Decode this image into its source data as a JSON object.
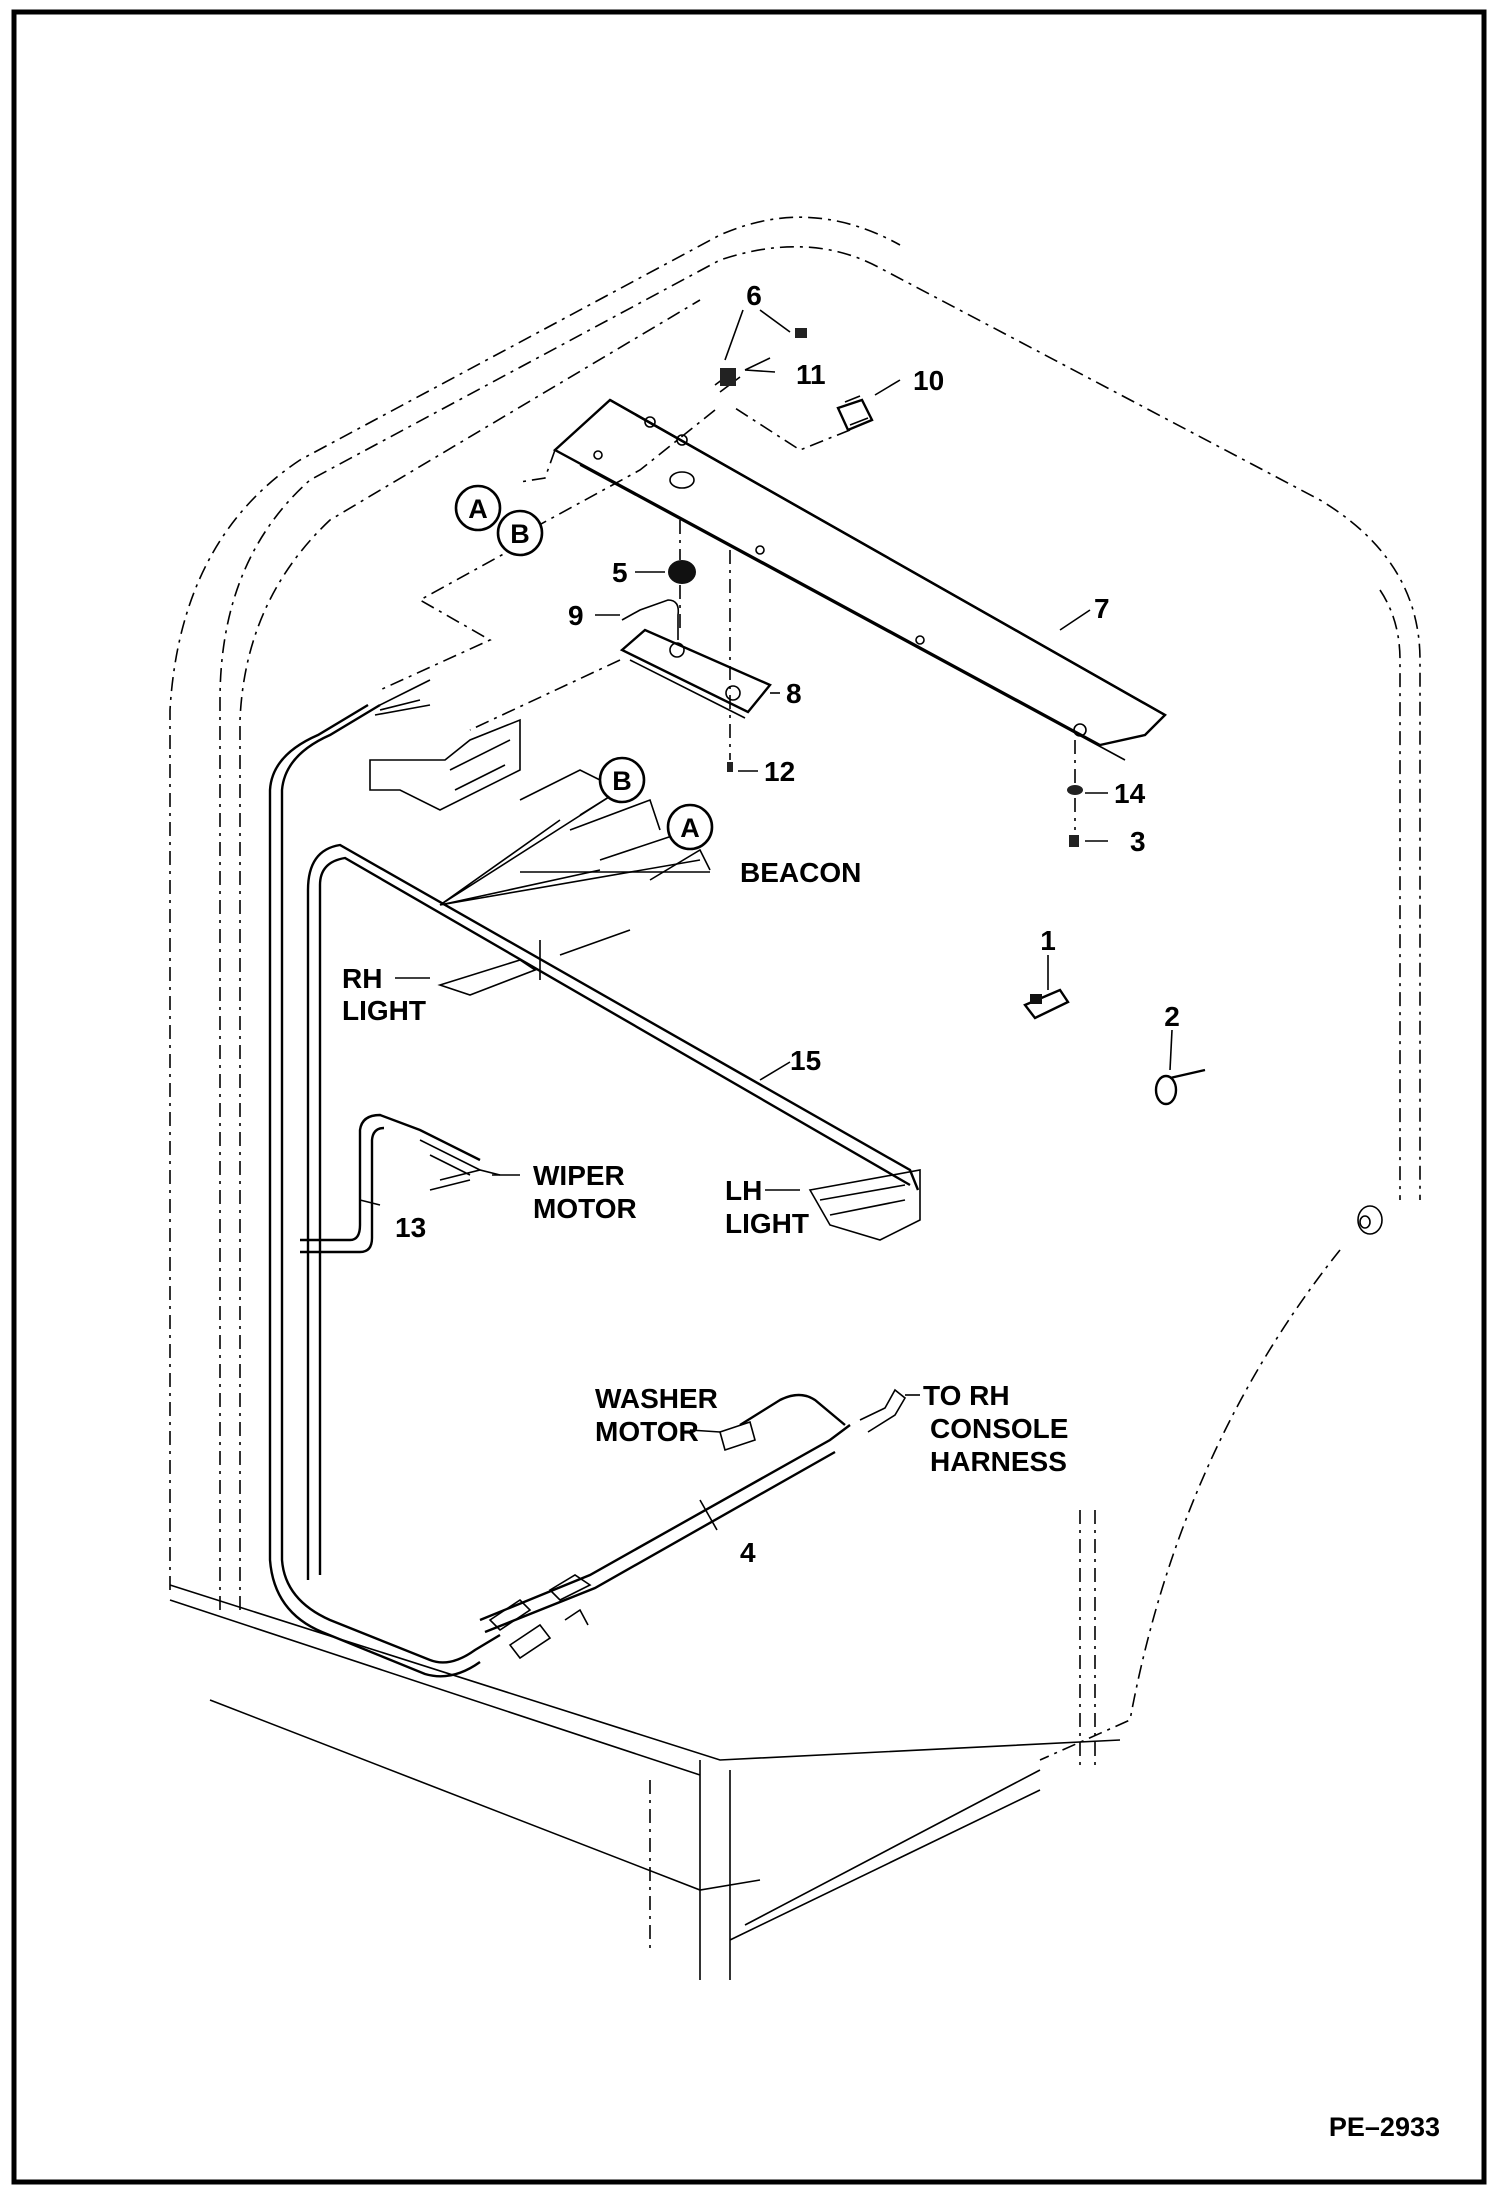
{
  "diagram": {
    "drawing_code": "PE–2933",
    "callouts": {
      "c1": "1",
      "c2": "2",
      "c3": "3",
      "c4": "4",
      "c5": "5",
      "c6": "6",
      "c7": "7",
      "c8": "8",
      "c9": "9",
      "c10": "10",
      "c11": "11",
      "c12": "12",
      "c13": "13",
      "c14": "14",
      "c15": "15"
    },
    "circle_labels": {
      "a_top": "A",
      "b_top": "B",
      "b_mid": "B",
      "a_mid": "A"
    },
    "labels": {
      "beacon": "BEACON",
      "rh_light_1": "RH",
      "rh_light_2": "LIGHT",
      "lh_light_1": "LH",
      "lh_light_2": "LIGHT",
      "wiper_motor_1": "WIPER",
      "wiper_motor_2": "MOTOR",
      "washer_motor_1": "WASHER",
      "washer_motor_2": "MOTOR",
      "to_rh_1": "TO RH",
      "to_rh_2": "CONSOLE",
      "to_rh_3": "HARNESS"
    }
  }
}
